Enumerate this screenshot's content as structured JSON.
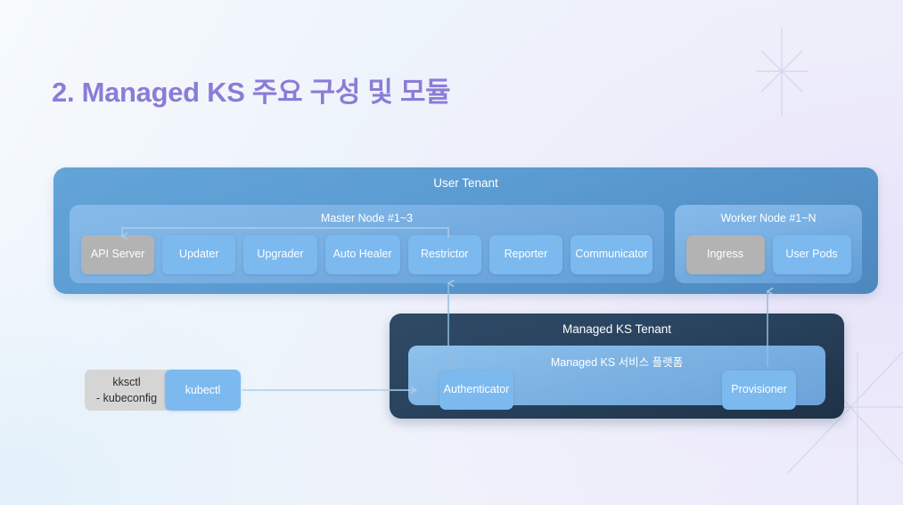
{
  "slide": {
    "title": "2. Managed KS 주요 구성 및 모듈",
    "title_color": "#8b7cd8"
  },
  "diagram": {
    "user_tenant": {
      "label": "User Tenant",
      "master_node": {
        "label": "Master Node #1~3",
        "modules": [
          {
            "label": "API Server",
            "style": "gray"
          },
          {
            "label": "Updater",
            "style": "blue"
          },
          {
            "label": "Upgrader",
            "style": "blue"
          },
          {
            "label": "Auto Healer",
            "style": "blue"
          },
          {
            "label": "Restrictor",
            "style": "blue"
          },
          {
            "label": "Reporter",
            "style": "blue"
          },
          {
            "label": "Communicator",
            "style": "blue"
          }
        ]
      },
      "worker_node": {
        "label": "Worker Node #1~N",
        "modules": [
          {
            "label": "Ingress",
            "style": "gray"
          },
          {
            "label": "User Pods",
            "style": "blue"
          }
        ]
      }
    },
    "managed_ks_tenant": {
      "label": "Managed KS Tenant",
      "platform": {
        "label": "Managed KS 서비스 플랫폼",
        "modules": [
          {
            "label": "Authenticator",
            "style": "blue"
          },
          {
            "label": "Provisioner",
            "style": "blue"
          }
        ]
      }
    },
    "client": {
      "kksctl_line1": "kksctl",
      "kksctl_line2": "- kubeconfig",
      "kubectl_label": "kubectl"
    },
    "colors": {
      "module_blue": "#7cb9ef",
      "module_gray": "#b3b3b3",
      "tenant_blue": "#5a9bd2",
      "node_blue": "#7bb1e3",
      "ks_tenant_dark": "#2a4460",
      "connector": "#aecde8"
    },
    "connectors": [
      {
        "name": "restrictor-to-api-server",
        "from": "Restrictor",
        "to": "API Server"
      },
      {
        "name": "authenticator-to-restrictor",
        "from": "Authenticator",
        "to": "Restrictor"
      },
      {
        "name": "provisioner-to-user-tenant",
        "from": "Provisioner",
        "to": "User Tenant"
      },
      {
        "name": "kubectl-to-authenticator",
        "from": "kubectl",
        "to": "Authenticator"
      }
    ]
  }
}
